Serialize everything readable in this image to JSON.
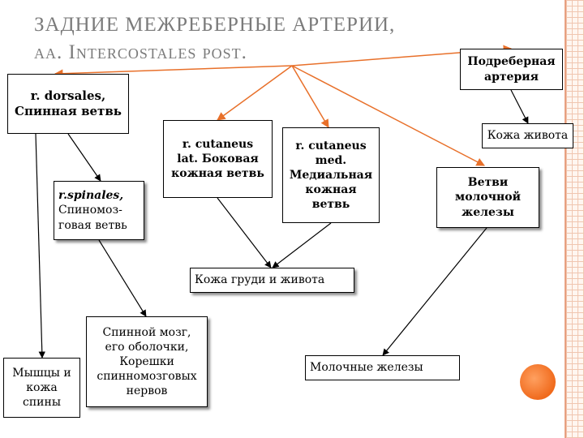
{
  "title": {
    "line1": "ЗАДНИЕ МЕЖРЕБЕРНЫЕ АРТЕРИИ,",
    "line2": "aa. Intercostales post."
  },
  "nodes": {
    "dorsales": {
      "line1": "r. dorsales,",
      "line2": "Спинная ветвь"
    },
    "spinales": {
      "line1": "r.spinales,",
      "line2": "Спиномоз-",
      "line3": "говая ветвь"
    },
    "cut_lat": {
      "line1": "r. cutaneus",
      "line2": "lat. Боковая",
      "line3": "кожная ветвь"
    },
    "cut_med": {
      "line1": "r. cutaneus",
      "line2": "med.",
      "line3": "Медиальная",
      "line4": "кожная",
      "line5": "ветвь"
    },
    "subcostal": {
      "line1": "Подреберная",
      "line2": "артерия"
    },
    "skin_abdomen": {
      "text": "Кожа живота"
    },
    "mammary_branches": {
      "line1": "Ветви",
      "line2": "молочной",
      "line3": "железы"
    },
    "skin_chest_abdomen": {
      "text": "Кожа груди и живота"
    },
    "spinal_cord": {
      "line1": "Спинной мозг,",
      "line2": "его оболочки,",
      "line3": "Корешки",
      "line4": "спинномозговых",
      "line5": "нервов"
    },
    "back_muscles": {
      "line1": "Мышцы и",
      "line2": "кожа",
      "line3": "спины"
    },
    "mammary_glands": {
      "text": "Молочные железы"
    }
  },
  "colors": {
    "orange_arrow": "#e8702a",
    "black_arrow": "#000000",
    "title": "#7b7b7b"
  }
}
